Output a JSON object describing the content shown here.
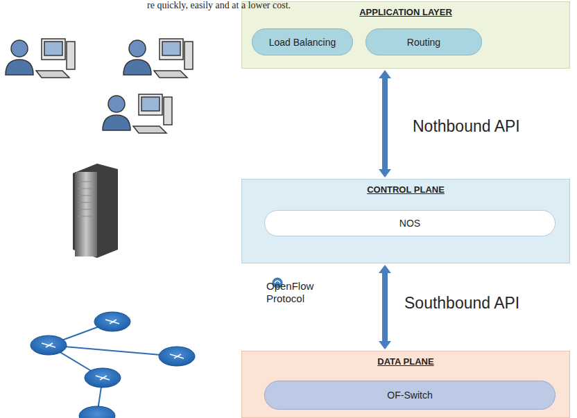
{
  "diagram": {
    "nodes": [
      {
        "text": [
          "APPLICATION LAYER"
        ]
      },
      {
        "text": [
          "Load Balancing"
        ],
        "in": 0
      },
      {
        "text": [
          "Routing"
        ],
        "in": 0
      },
      {
        "text": [
          "CONTROL PLANE"
        ]
      },
      {
        "text": [
          "NOS"
        ],
        "in": 3
      },
      {
        "text": [
          "DATA PLANE"
        ]
      },
      {
        "text": [
          "OF-Switch"
        ],
        "in": 5
      }
    ],
    "edges": [
      {
        "from": 0,
        "to": 3,
        "label": "Nothbound API",
        "arrow": "both"
      },
      {
        "from": 3,
        "to": 5,
        "label": "Southbound API",
        "arrow": "both"
      }
    ],
    "labels": [
      "re quickly, easily and at a lower cost.",
      "OpenFlow Protocol"
    ]
  }
}
